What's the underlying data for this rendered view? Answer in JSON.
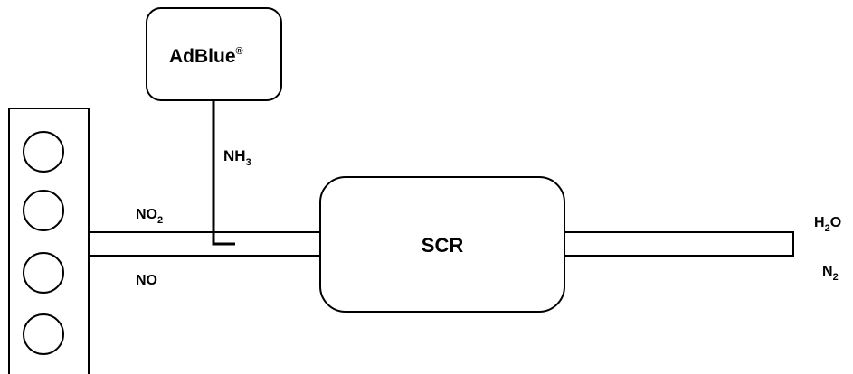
{
  "tank": {
    "name": "AdBlue",
    "mark": "®"
  },
  "reagent": {
    "base": "NH",
    "sub": "3"
  },
  "inputs": {
    "top": {
      "base": "NO",
      "sub": "2"
    },
    "bottom": {
      "base": "NO"
    }
  },
  "catalyst": {
    "label": "SCR"
  },
  "outputs": {
    "top": {
      "base1": "H",
      "sub": "2",
      "base2": "O"
    },
    "bottom": {
      "base": "N",
      "sub": "2"
    }
  },
  "colors": {
    "stroke": "#000000",
    "fill": "#ffffff"
  }
}
